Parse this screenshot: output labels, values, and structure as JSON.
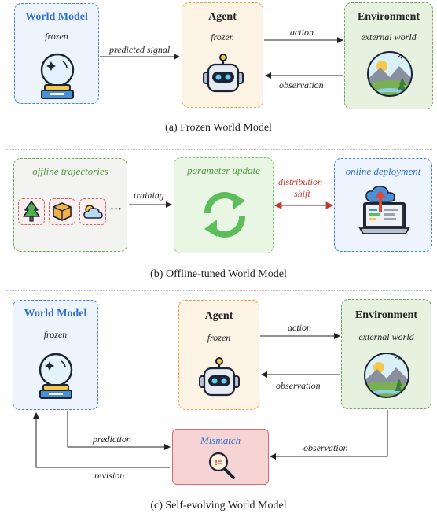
{
  "panel_a": {
    "world_model": {
      "title": "World Model",
      "subtitle": "frozen"
    },
    "agent": {
      "title": "Agent",
      "subtitle": "frozen"
    },
    "environment": {
      "title": "Environment",
      "subtitle": "external world"
    },
    "edge_predicted_signal": "predicted signal",
    "edge_action": "action",
    "edge_observation": "observation",
    "caption": "(a) Frozen World Model"
  },
  "panel_b": {
    "offline": {
      "title": "offline trajectories",
      "ellipsis": "···"
    },
    "parameter_update": {
      "title": "parameter update"
    },
    "online": {
      "title": "online deployment"
    },
    "edge_training": "training",
    "edge_distribution_line1": "distribution",
    "edge_distribution_line2": "shift",
    "caption": "(b) Offline-tuned World Model"
  },
  "panel_c": {
    "world_model": {
      "title": "World Model",
      "subtitle": "frozen"
    },
    "agent": {
      "title": "Agent",
      "subtitle": "frozen"
    },
    "environment": {
      "title": "Environment",
      "subtitle": "external world"
    },
    "mismatch": {
      "title": "Mismatch",
      "symbol": "!="
    },
    "edge_action": "action",
    "edge_observation_agent": "observation",
    "edge_prediction": "prediction",
    "edge_observation_mismatch": "observation",
    "edge_revision": "revision",
    "caption": "(c) Self-evolving World Model"
  },
  "colors": {
    "blue_accent": "#2f6fd0",
    "green_accent": "#4f9a3a",
    "red_accent": "#c0392b",
    "mismatch_fill": "#f6d4d4"
  },
  "icons": [
    "crystal-ball-icon",
    "robot-icon",
    "landscape-icon",
    "tree-icon",
    "box-icon",
    "cloud-icon",
    "refresh-cycle-icon",
    "laptop-upload-icon",
    "magnifier-alert-icon"
  ]
}
